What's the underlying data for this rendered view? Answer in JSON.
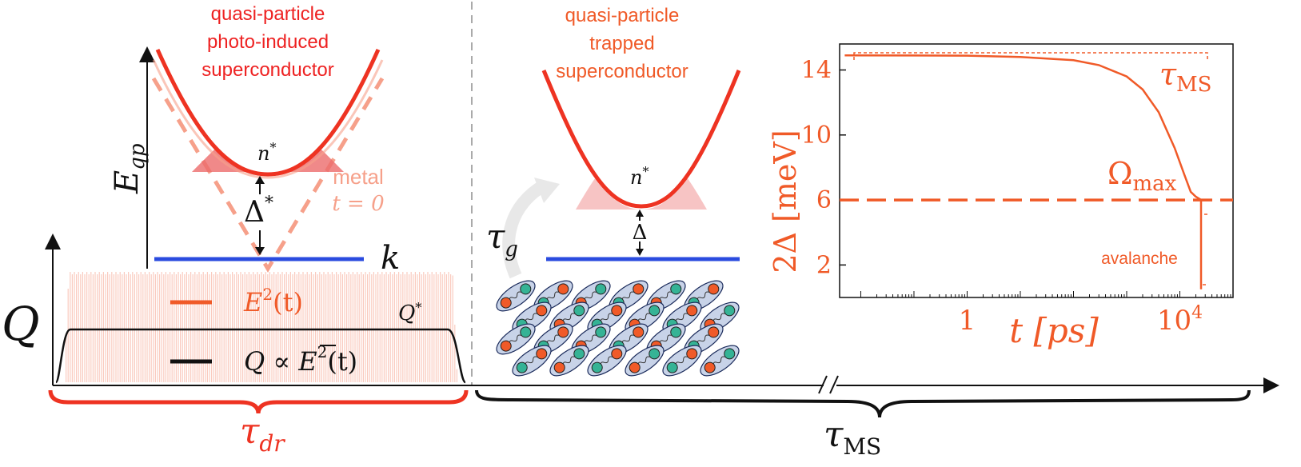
{
  "colors": {
    "red": "#ee2222",
    "orange": "#f05a28",
    "salmon": "#f6a08a",
    "blue": "#2a4bdf",
    "pink_fill": "#f7c4c4",
    "teal": "#35b395",
    "ellipse": "#c8d3e8"
  },
  "left": {
    "title_lines": [
      "quasi-particle",
      "photo-induced",
      "superconductor"
    ],
    "y_axis": "E",
    "y_axis_sub": "qp",
    "x_axis": "k",
    "density": "n",
    "density_sup": "*",
    "gap": "Δ",
    "gap_sup": "*",
    "metal_label": "metal",
    "metal_time": "t = 0"
  },
  "drive": {
    "q_label": "Q",
    "q_star": "Q",
    "q_star_sup": "*",
    "legend_e2_a": "E",
    "legend_e2_sup": "2",
    "legend_e2_b": "(t)",
    "legend_q_a": "Q ∝ ",
    "legend_q_e": "E",
    "legend_q_sup": "2",
    "legend_q_b": "(t)",
    "tau_dr": "τ",
    "tau_dr_sub": "dr"
  },
  "middle": {
    "title_lines": [
      "quasi-particle",
      "trapped",
      "superconductor"
    ],
    "density": "n",
    "density_sup": "*",
    "gap": "Δ",
    "tau_g": "τ",
    "tau_g_sub": "g"
  },
  "bottom": {
    "tau_ms": "τ",
    "tau_ms_sub": "MS"
  },
  "chart_data": {
    "type": "line",
    "xlabel": "t  [ps]",
    "ylabel": "2Δ  [meV]",
    "xscale": "log",
    "xlim": [
      0.004,
      100000
    ],
    "ylim": [
      0,
      15.6
    ],
    "xticks": [
      1,
      10000
    ],
    "xtick_labels": [
      "1",
      "10"
    ],
    "xtick_label_sups": [
      "",
      "4"
    ],
    "yticks": [
      2,
      6,
      10,
      14
    ],
    "ytick_labels": [
      "2",
      "6",
      "10",
      "14"
    ],
    "series": [
      {
        "style": "solid",
        "x": [
          0.005,
          1,
          10,
          100,
          300,
          1000,
          2000,
          4000,
          8000,
          12000,
          16000,
          20000,
          24000,
          25000,
          25000
        ],
        "y": [
          14.9,
          14.88,
          14.8,
          14.6,
          14.3,
          13.6,
          12.8,
          11.4,
          9.2,
          7.6,
          6.5,
          6.2,
          6.05,
          6.0,
          0.5
        ]
      },
      {
        "style": "dashed",
        "x": [
          0.005,
          100000
        ],
        "y": [
          6,
          6
        ]
      }
    ],
    "annotations": {
      "omega": "Ω",
      "omega_sub": "max",
      "tau": "τ",
      "tau_sub": "MS",
      "avalanche": "avalanche"
    }
  }
}
